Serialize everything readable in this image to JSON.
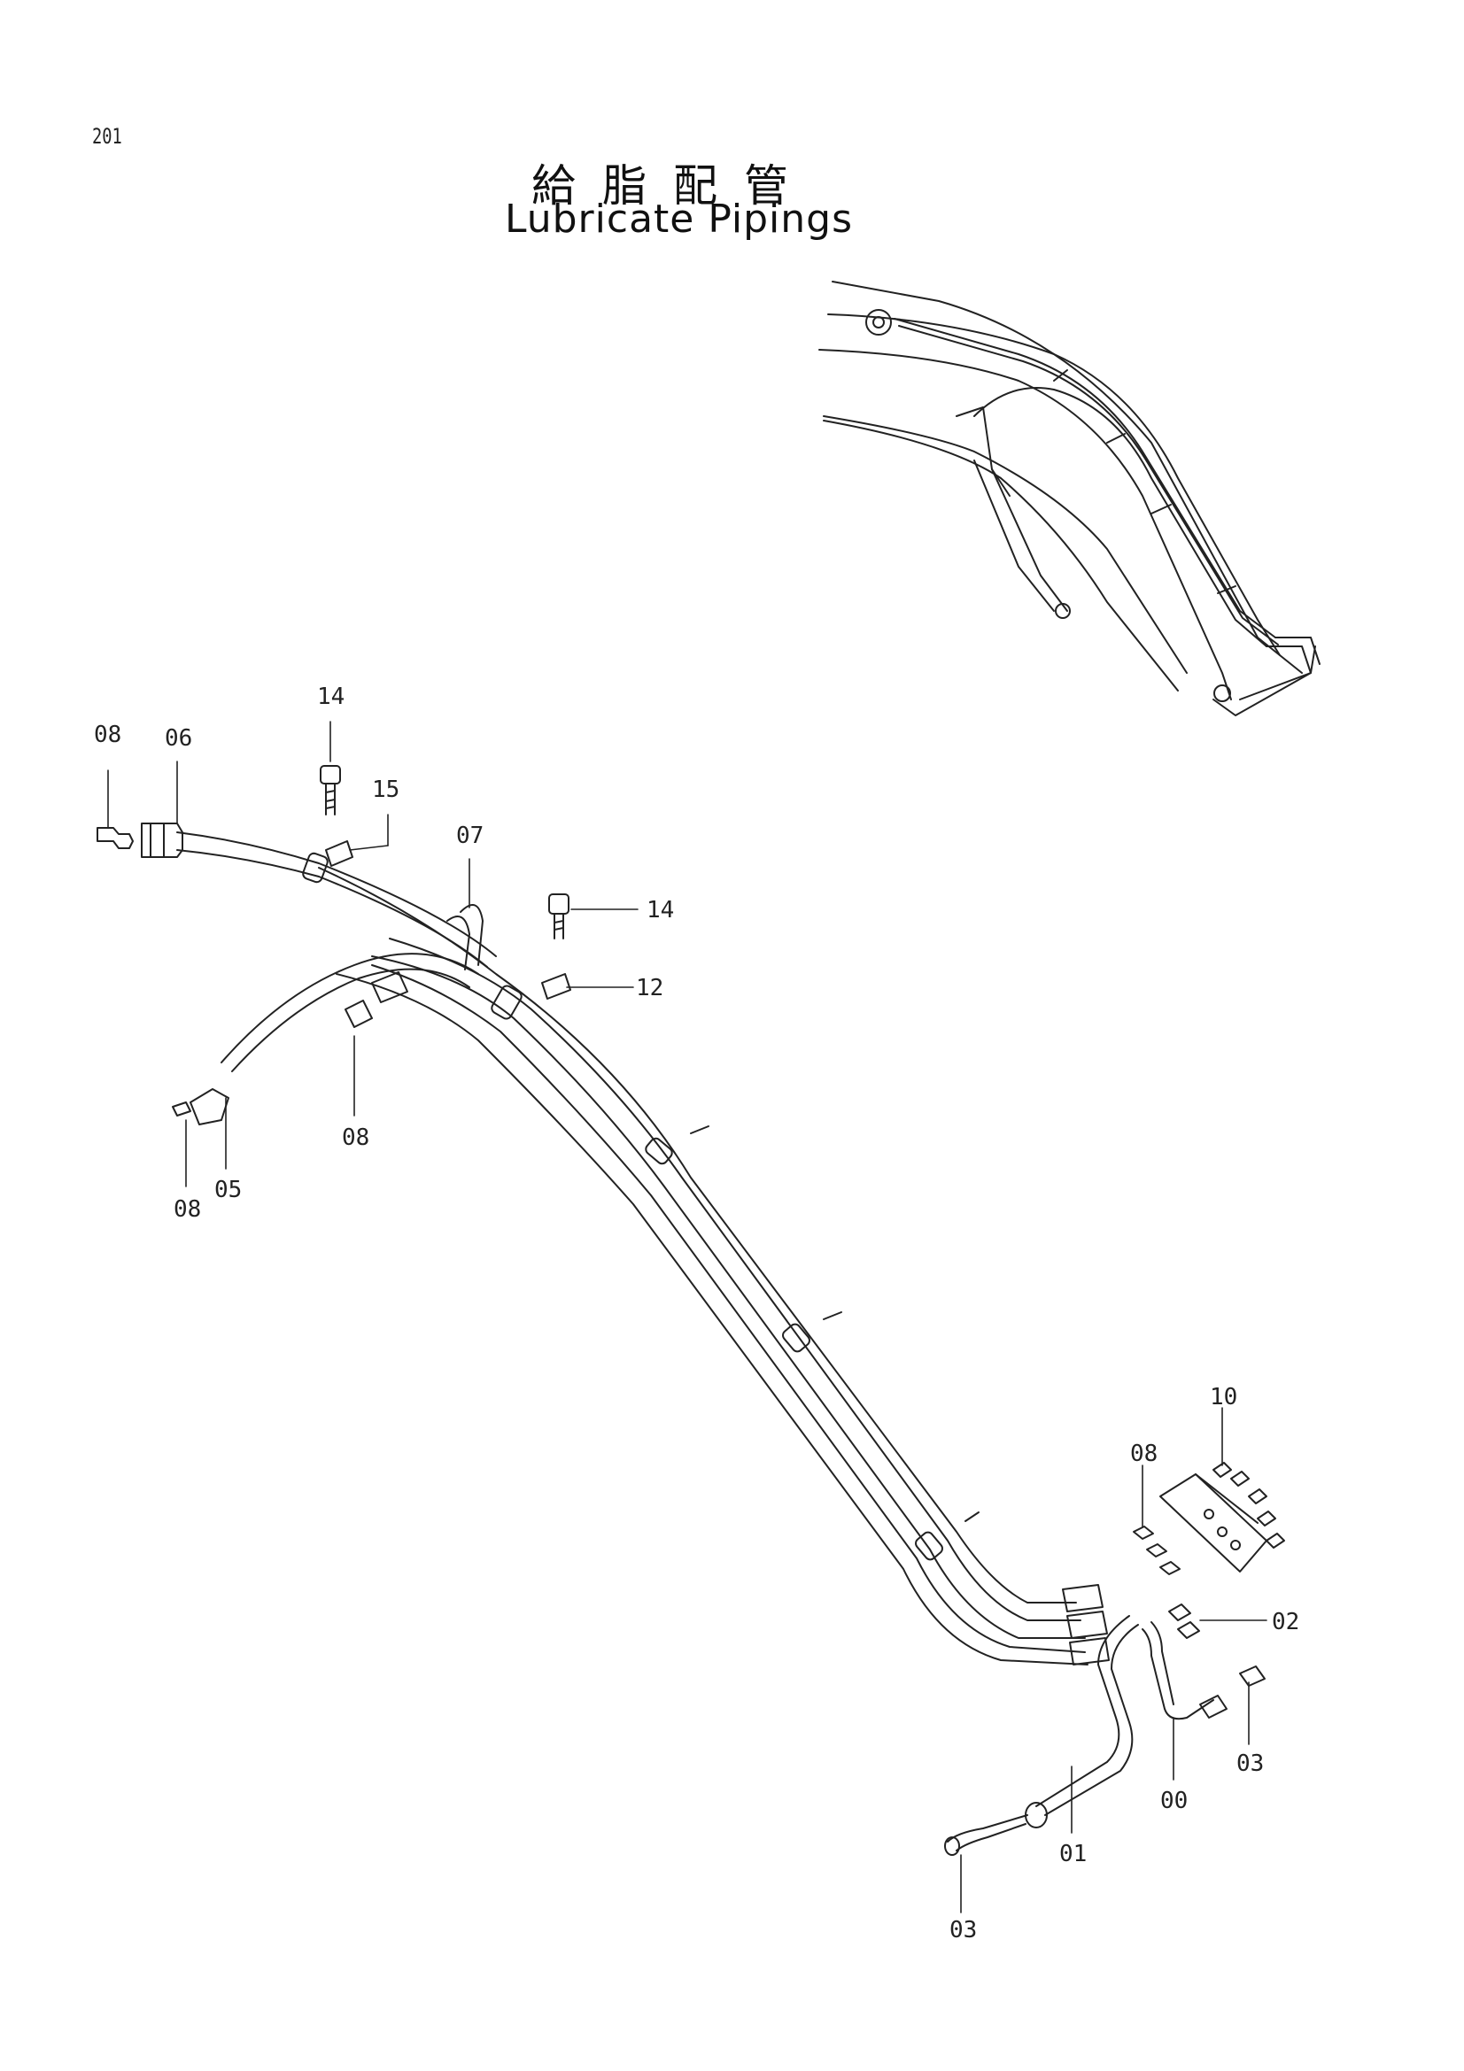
{
  "header": {
    "page_number": "201",
    "title_jp": "給脂配管",
    "title_en": "Lubricate Pipings"
  },
  "callouts": {
    "c14a": "14",
    "c14b": "14",
    "c15": "15",
    "c08a": "08",
    "c06": "06",
    "c07": "07",
    "c12": "12",
    "c08b": "08",
    "c08c": "08",
    "c05": "05",
    "c10": "10",
    "c08d": "08",
    "c02": "02",
    "c03a": "03",
    "c00": "00",
    "c01": "01",
    "c03b": "03"
  }
}
